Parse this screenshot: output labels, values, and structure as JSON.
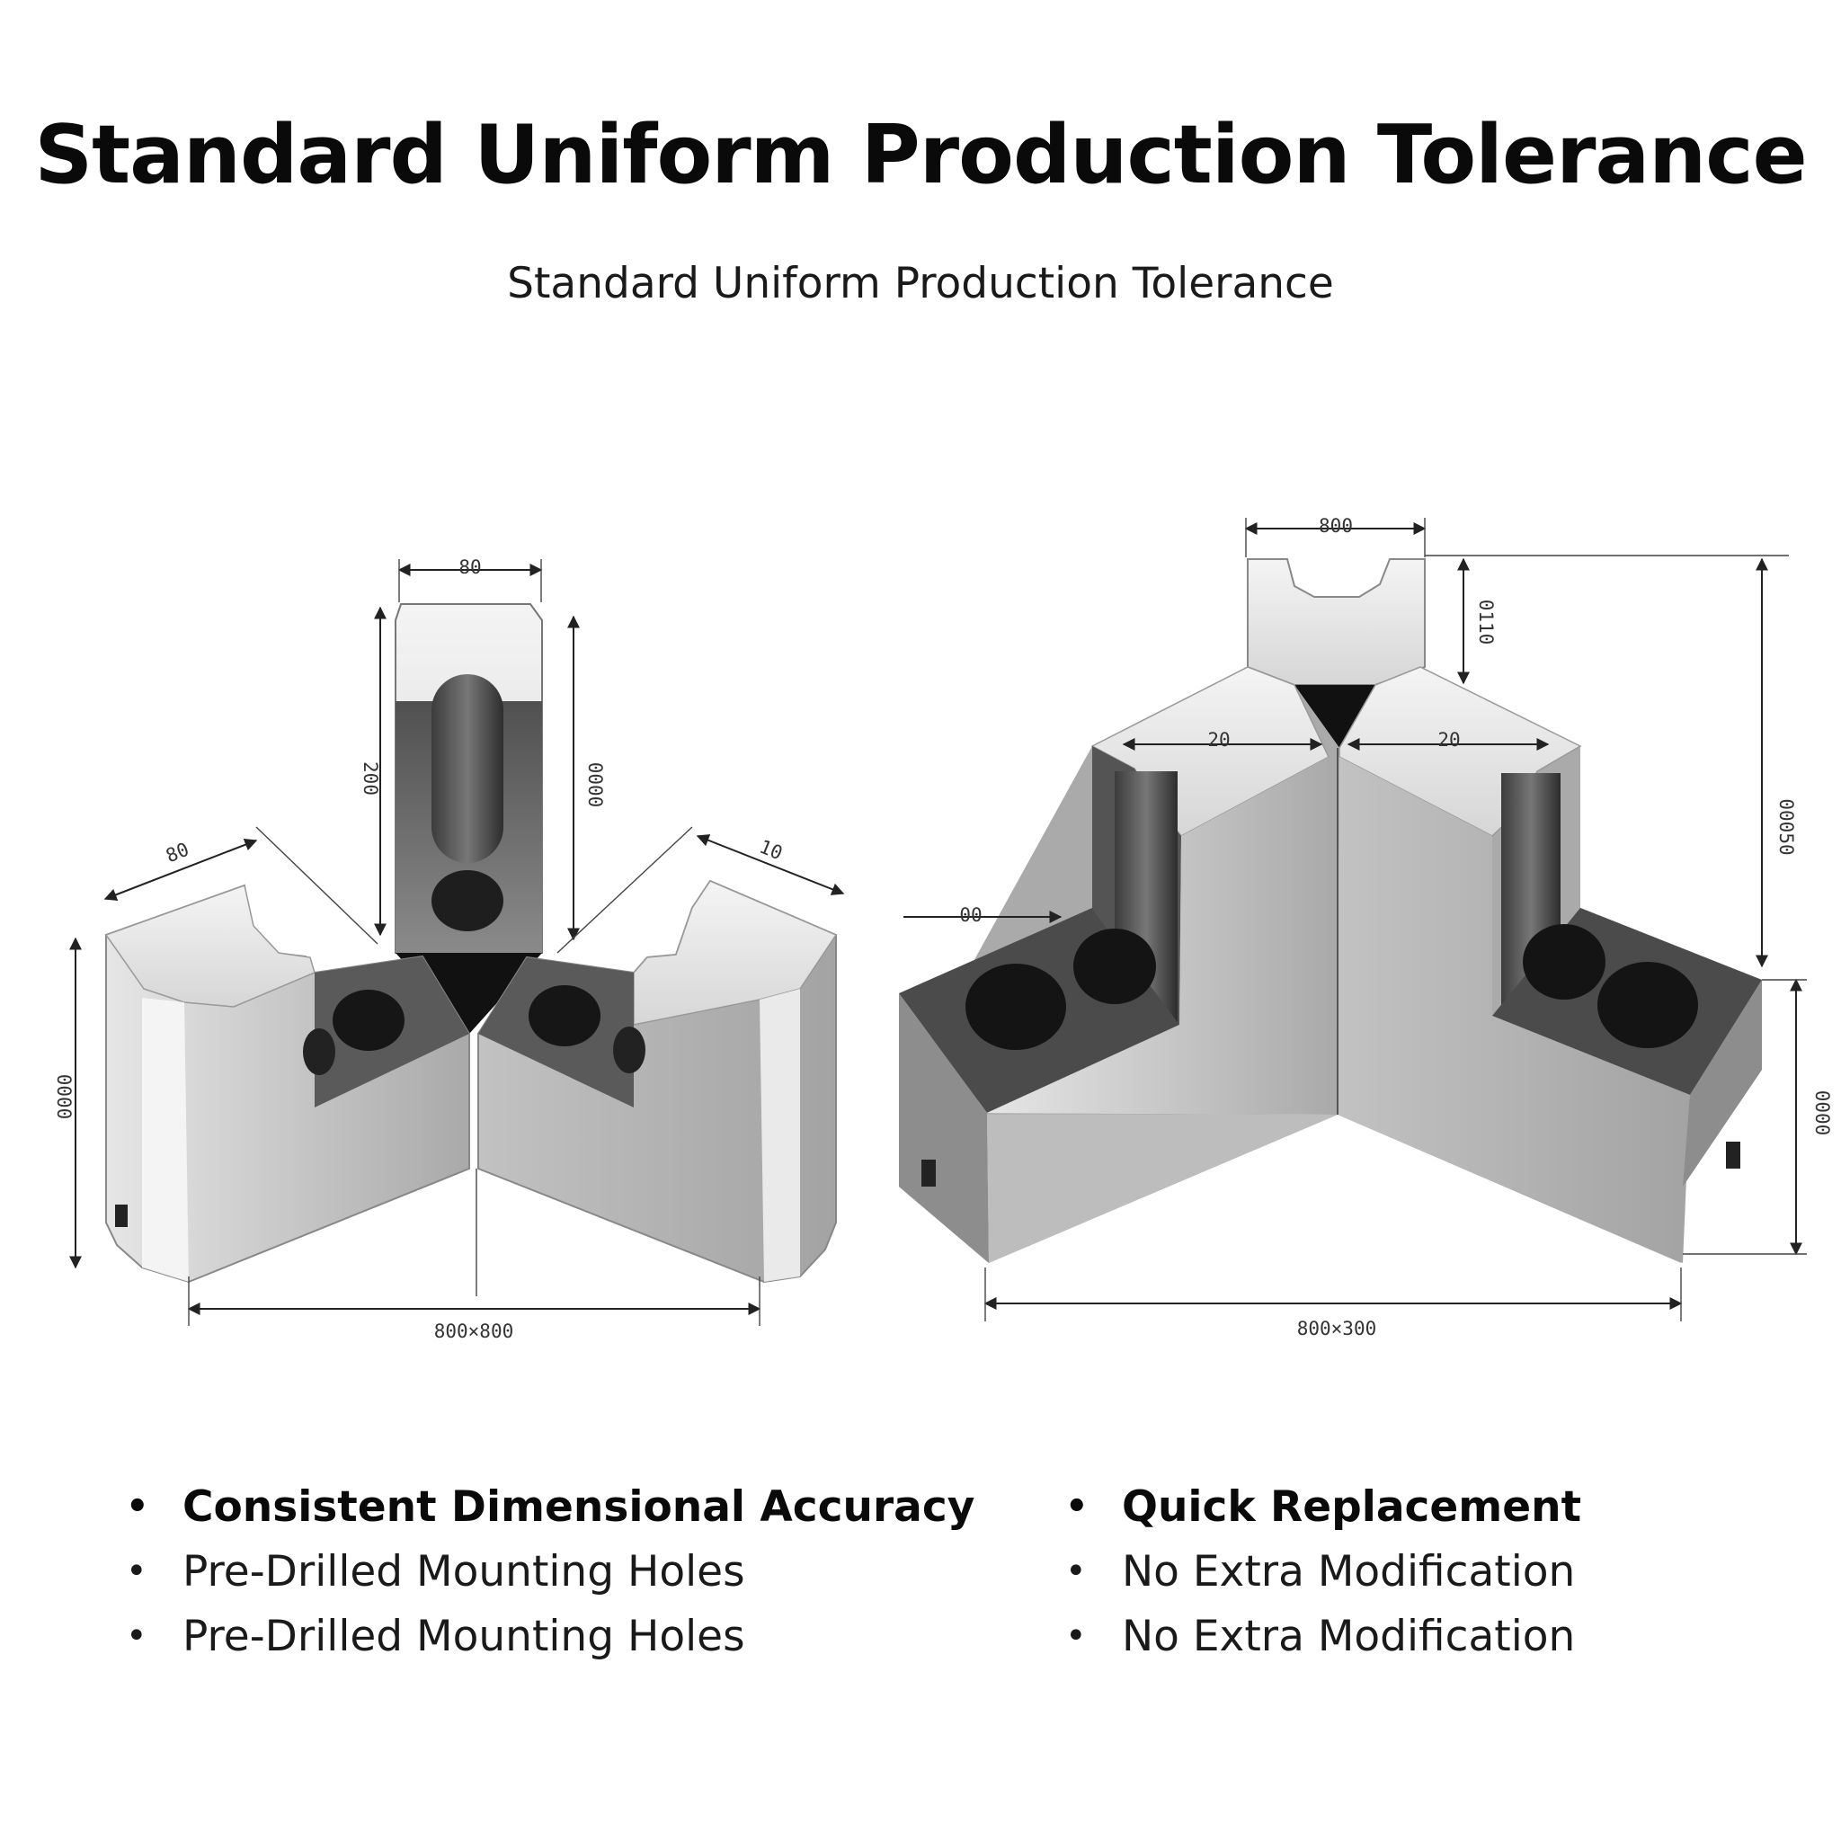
{
  "title": "Standard Uniform Production Tolerance",
  "subtitle": "Standard Uniform Production Tolerance",
  "left_drawing": {
    "dims": {
      "top_width": "80",
      "left_arm": "80",
      "right_arm": "10",
      "center_height_left": "200",
      "center_height_right": "0000",
      "left_height": "0000",
      "bottom": "800×800"
    }
  },
  "right_drawing": {
    "dims": {
      "top_width": "800",
      "slot_depth": "0110",
      "left_face": "20",
      "right_face": "20",
      "left_step": "00",
      "total_height": "00050",
      "right_height": "0000",
      "bottom": "800×300"
    }
  },
  "features": {
    "left": [
      "Consistent Dimensional Accuracy",
      "Pre-Drilled Mounting Holes",
      "Pre-Drilled Mounting Holes"
    ],
    "right": [
      "Quick Replacement",
      "No Extra Modification",
      "No Extra Modification"
    ],
    "bullet": "•"
  }
}
